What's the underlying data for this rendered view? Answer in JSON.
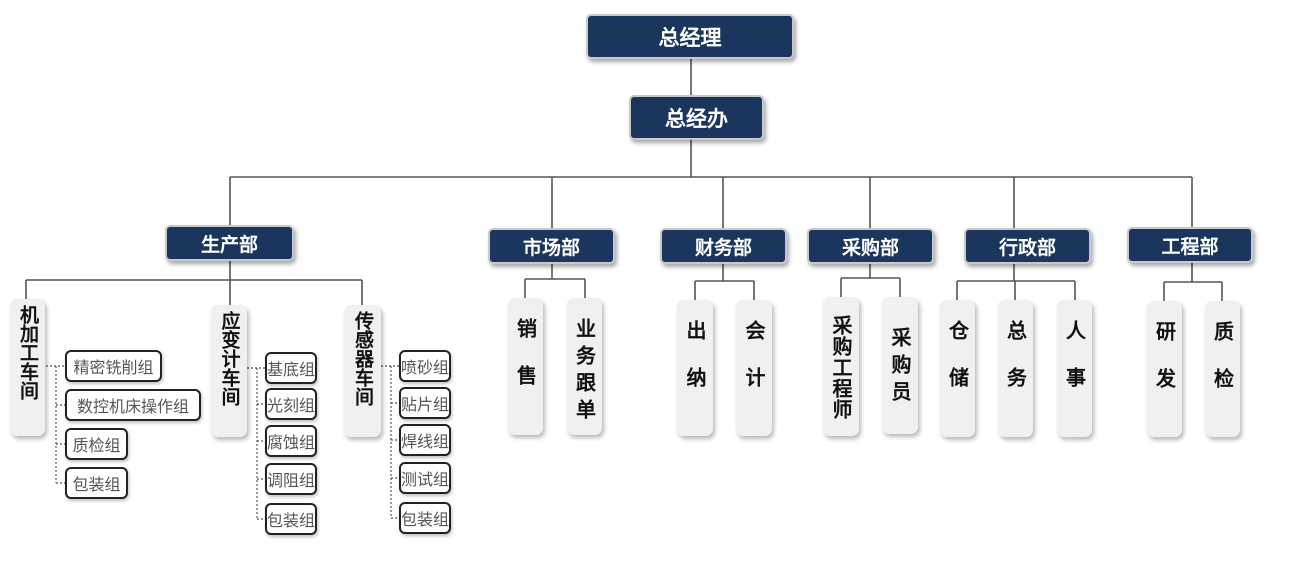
{
  "chart_data": {
    "type": "org-chart",
    "root": {
      "label": "总经理",
      "children": [
        {
          "label": "总经办",
          "children": [
            {
              "label": "生产部",
              "children": [
                {
                  "label": "机加工车间",
                  "children": [
                    "精密铣削组",
                    "数控机床操作组",
                    "质检组",
                    "包装组"
                  ]
                },
                {
                  "label": "应变计车间",
                  "children": [
                    "基底组",
                    "光刻组",
                    "腐蚀组",
                    "调阻组",
                    "包装组"
                  ]
                },
                {
                  "label": "传感器车间",
                  "children": [
                    "喷砂组",
                    "贴片组",
                    "焊线组",
                    "测试组",
                    "包装组"
                  ]
                }
              ]
            },
            {
              "label": "市场部",
              "children": [
                "销售",
                "业务跟单"
              ]
            },
            {
              "label": "财务部",
              "children": [
                "出纳",
                "会计"
              ]
            },
            {
              "label": "采购部",
              "children": [
                "采购工程师",
                "采购员"
              ]
            },
            {
              "label": "行政部",
              "children": [
                "仓储",
                "总务",
                "人事"
              ]
            },
            {
              "label": "工程部",
              "children": [
                "研发",
                "质检"
              ]
            }
          ]
        }
      ]
    }
  },
  "colors": {
    "node_fill": "#1b365d",
    "node_text": "#ffffff",
    "node_border": "#c9c9c9",
    "pill_fill": "#f0f0f0",
    "group_border": "#222222",
    "connector": "#555555"
  }
}
